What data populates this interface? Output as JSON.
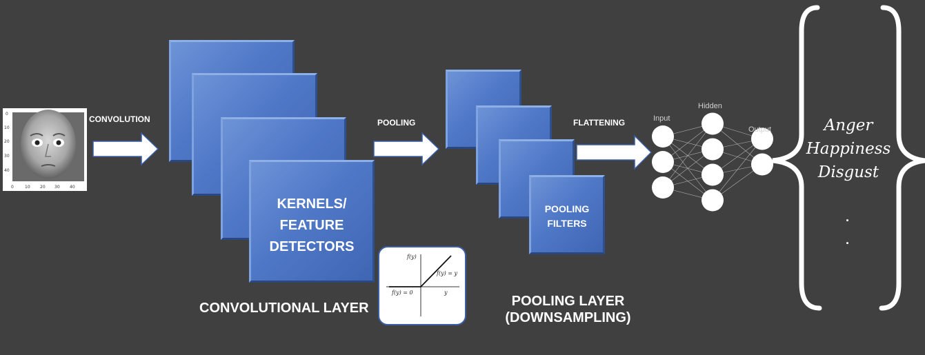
{
  "input_image": {
    "y_ticks": [
      "0",
      "10",
      "20",
      "30",
      "40"
    ],
    "x_ticks": [
      "0",
      "10",
      "20",
      "30",
      "40"
    ]
  },
  "steps": {
    "convolution": "CONVOLUTION",
    "pooling": "POOLING",
    "flattening": "FLATTENING"
  },
  "conv_layer": {
    "box_text": [
      "KERNELS/",
      "FEATURE",
      "DETECTORS"
    ],
    "caption": "CONVOLUTIONAL LAYER"
  },
  "relu_plot": {
    "y_label": "f(y)",
    "pos_label": "f(y) = y",
    "zero_label": "f(y) = 0",
    "x_label": "y"
  },
  "pooling_layer": {
    "box_text": [
      "POOLING",
      "FILTERS"
    ],
    "caption_line1": "POOLING LAYER",
    "caption_line2": "(DOWNSAMPLING)"
  },
  "network": {
    "input_label": "Input",
    "hidden_label": "Hidden",
    "output_label": "Output",
    "input_nodes": 3,
    "hidden_nodes": 4,
    "output_nodes": 2
  },
  "classes": [
    "Anger",
    "Happiness",
    "Disgust"
  ],
  "ellipsis": [
    ".",
    "."
  ],
  "colors": {
    "background": "#404040",
    "box_blue": "#4f78c7",
    "arrow": "#ffffff"
  }
}
